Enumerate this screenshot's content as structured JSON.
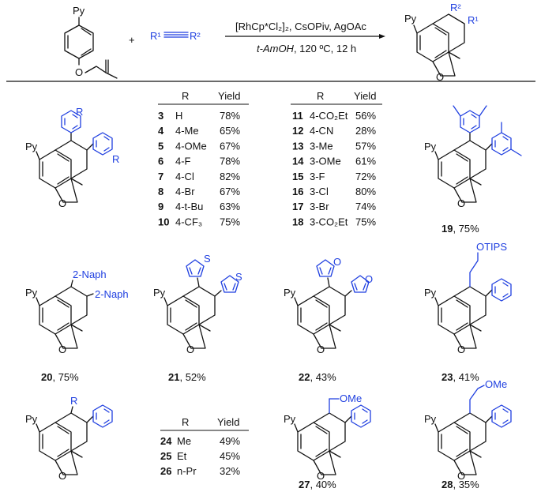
{
  "scheme": {
    "conditions_line1": "[RhCp*Cl₂]₂, CsOPiv, AgOAc",
    "conditions_line2_solvent": "t-AmOH",
    "conditions_line2_rest": ", 120 ºC, 12 h",
    "plus": "+",
    "alkyne_left": "R¹",
    "alkyne_right": "R²",
    "sub_label_py": "Py",
    "sub_label_o": "O",
    "prod_r1": "R¹",
    "prod_r2": "R²"
  },
  "labels": {
    "py": "Py",
    "o": "O",
    "r": "R",
    "s": "S",
    "naph": "2-Naph",
    "otips": "OTIPS",
    "ome": "OMe"
  },
  "table1": {
    "headers": [
      "R",
      "Yield"
    ],
    "rows": [
      [
        "3",
        "H",
        "78%"
      ],
      [
        "4",
        "4-Me",
        "65%"
      ],
      [
        "5",
        "4-OMe",
        "67%"
      ],
      [
        "6",
        "4-F",
        "78%"
      ],
      [
        "7",
        "4-Cl",
        "82%"
      ],
      [
        "8",
        "4-Br",
        "67%"
      ],
      [
        "9",
        "4-t-Bu",
        "63%"
      ],
      [
        "10",
        "4-CF₃",
        "75%"
      ]
    ]
  },
  "table2": {
    "headers": [
      "R",
      "Yield"
    ],
    "rows": [
      [
        "11",
        "4-CO₂Et",
        "56%"
      ],
      [
        "12",
        "4-CN",
        "28%"
      ],
      [
        "13",
        "3-Me",
        "57%"
      ],
      [
        "14",
        "3-OMe",
        "61%"
      ],
      [
        "15",
        "3-F",
        "72%"
      ],
      [
        "16",
        "3-Cl",
        "80%"
      ],
      [
        "17",
        "3-Br",
        "74%"
      ],
      [
        "18",
        "3-CO₂Et",
        "75%"
      ]
    ]
  },
  "table3": {
    "headers": [
      "R",
      "Yield"
    ],
    "rows": [
      [
        "24",
        "Me",
        "49%"
      ],
      [
        "25",
        "Et",
        "45%"
      ],
      [
        "26",
        "n-Pr",
        "32%"
      ]
    ]
  },
  "compounds": [
    {
      "num": "19",
      "yield": ", 75%"
    },
    {
      "num": "20",
      "yield": ", 75%"
    },
    {
      "num": "21",
      "yield": ", 52%"
    },
    {
      "num": "22",
      "yield": ", 43%"
    },
    {
      "num": "23",
      "yield": ", 41%"
    },
    {
      "num": "27",
      "yield": ", 40%"
    },
    {
      "num": "28",
      "yield": ", 35%"
    }
  ]
}
